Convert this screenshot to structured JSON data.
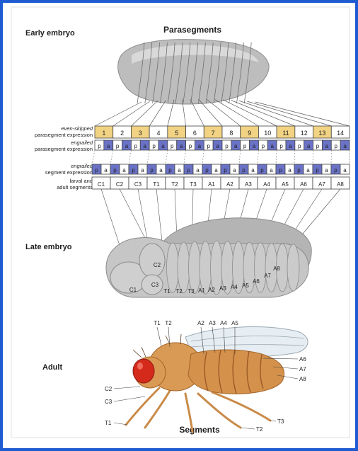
{
  "colors": {
    "frame": "#1f5bd1",
    "odd_cell": "#f2d384",
    "engrailed_cell": "#6a72c6",
    "embryo": "#bdbdbd",
    "fly_body": "#d99a55",
    "eye": "#d42a1c"
  },
  "labels": {
    "title_parasegments": "Parasegments",
    "title_segments": "Segments",
    "stage_early": "Early embryo",
    "stage_late": "Late embryo",
    "stage_adult": "Adult",
    "row_eve_1": "even-skipped",
    "row_eve_2": "parasegment expression",
    "row_en_para_1": "engrailed",
    "row_en_para_2": "parasegment expression",
    "row_en_seg_1": "engrailed",
    "row_en_seg_2": "segment expression",
    "row_seg_1": "larval and",
    "row_seg_2": "adult segments"
  },
  "parasegments": [
    "1",
    "2",
    "3",
    "4",
    "5",
    "6",
    "7",
    "8",
    "9",
    "10",
    "11",
    "12",
    "13",
    "14"
  ],
  "letters": {
    "a": "a",
    "p": "p"
  },
  "segments": [
    "C1",
    "C2",
    "C3",
    "T1",
    "T2",
    "T3",
    "A1",
    "A2",
    "A3",
    "A4",
    "A5",
    "A6",
    "A7",
    "A8"
  ],
  "late_embryo_labels": [
    "C1",
    "C2",
    "C3",
    "T1",
    "T2",
    "T3",
    "A1",
    "A2",
    "A3",
    "A4",
    "A5",
    "A6",
    "A7",
    "A8"
  ],
  "adult_labels": {
    "top": [
      "T1",
      "T2",
      "A2",
      "A3",
      "A4",
      "A5"
    ],
    "right": [
      "A6",
      "A7",
      "A8"
    ],
    "left": [
      "C2",
      "C3",
      "T1"
    ],
    "bottom": [
      "T3",
      "T2"
    ]
  }
}
